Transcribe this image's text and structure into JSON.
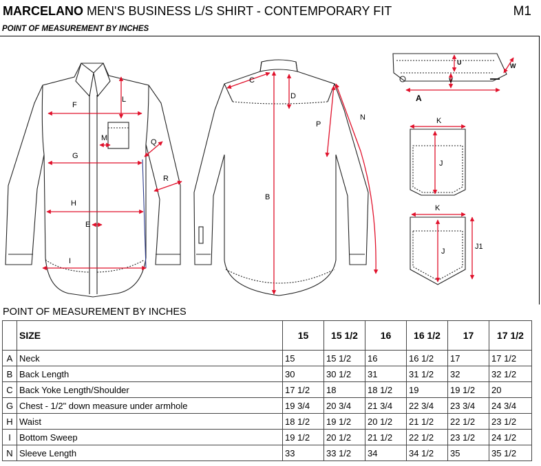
{
  "header": {
    "brand": "MARCELANO",
    "title": "MEN'S BUSINESS L/S SHIRT - CONTEMPORARY FIT",
    "code": "M1",
    "subtitle": "POINT OF MEASUREMENT BY INCHES"
  },
  "diagram_labels": {
    "front": [
      "F",
      "L",
      "M",
      "Q",
      "G",
      "R",
      "H",
      "E",
      "I"
    ],
    "back": [
      "C",
      "D",
      "N",
      "P",
      "B"
    ],
    "collar": [
      "U",
      "W",
      "V",
      "A"
    ],
    "pocket": [
      "K",
      "J",
      "K",
      "J",
      "J1"
    ]
  },
  "section_title": "POINT OF MEASUREMENT BY INCHES",
  "table": {
    "size_label": "SIZE",
    "sizes": [
      "15",
      "15 1/2",
      "16",
      "16 1/2",
      "17",
      "17 1/2"
    ],
    "rows": [
      {
        "code": "A",
        "label": "Neck",
        "values": [
          "15",
          "15 1/2",
          "16",
          "16 1/2",
          "17",
          "17 1/2"
        ]
      },
      {
        "code": "B",
        "label": "Back Length",
        "values": [
          "30",
          "30 1/2",
          "31",
          "31 1/2",
          "32",
          "32 1/2"
        ]
      },
      {
        "code": "C",
        "label": "Back Yoke Length/Shoulder",
        "values": [
          "17 1/2",
          "18",
          "18 1/2",
          "19",
          "19 1/2",
          "20"
        ]
      },
      {
        "code": "G",
        "label": "Chest - 1/2\" down measure under armhole",
        "values": [
          "19 3/4",
          "20 3/4",
          "21 3/4",
          "22 3/4",
          "23 3/4",
          "24 3/4"
        ]
      },
      {
        "code": "H",
        "label": "Waist",
        "values": [
          "18 1/2",
          "19 1/2",
          "20 1/2",
          "21 1/2",
          "22 1/2",
          "23 1/2"
        ]
      },
      {
        "code": "I",
        "label": "Bottom Sweep",
        "values": [
          "19 1/2",
          "20 1/2",
          "21 1/2",
          "22 1/2",
          "23 1/2",
          "24 1/2"
        ]
      },
      {
        "code": "N",
        "label": "Sleeve Length",
        "values": [
          "33",
          "33 1/2",
          "34",
          "34 1/2",
          "35",
          "35 1/2"
        ]
      }
    ]
  }
}
